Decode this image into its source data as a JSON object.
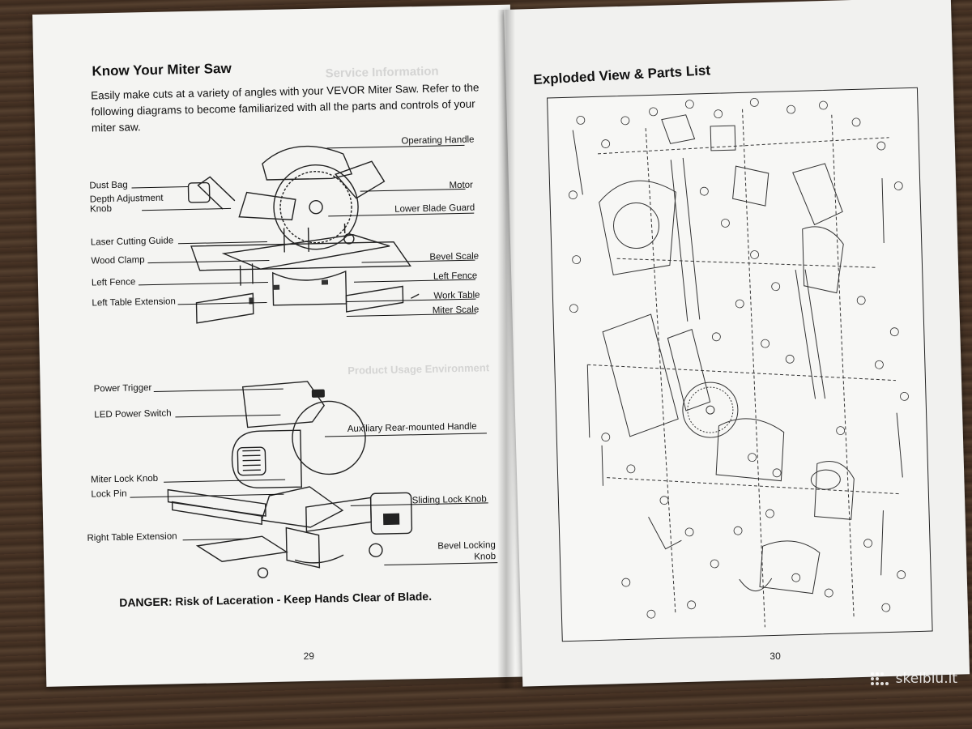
{
  "left_page": {
    "title": "Know Your Miter Saw",
    "intro": "Easily make cuts at a variety of angles with your VEVOR Miter Saw. Refer to the following diagrams to become familiarized with all the parts and controls of your miter saw.",
    "top_labels_left": [
      "Dust Bag",
      "Depth Adjustment Knob",
      "Laser Cutting Guide",
      "Wood Clamp",
      "Left Fence",
      "Left Table Extension"
    ],
    "top_labels_right": [
      "Operating Handle",
      "Motor",
      "Lower Blade Guard",
      "Bevel Scale",
      "Left Fence",
      "Work Table",
      "Miter Scale"
    ],
    "bottom_labels_left": [
      "Power Trigger",
      "LED Power Switch",
      "Miter Lock Knob",
      "Lock Pin",
      "Right Table Extension"
    ],
    "bottom_labels_right": [
      "Auxiliary Rear-mounted Handle",
      "Sliding Lock Knob",
      "Bevel Locking Knob"
    ],
    "danger": "DANGER: Risk of Laceration - Keep Hands Clear of Blade.",
    "page_number": "29"
  },
  "right_page": {
    "title": "Exploded View & Parts List",
    "page_number": "30"
  },
  "watermark": {
    "text": "skelbiu.lt",
    "icon": "dots-logo-icon"
  },
  "colors": {
    "paper": "#f4f4f2",
    "ink": "#111111",
    "wood": "#3b2a1e"
  }
}
